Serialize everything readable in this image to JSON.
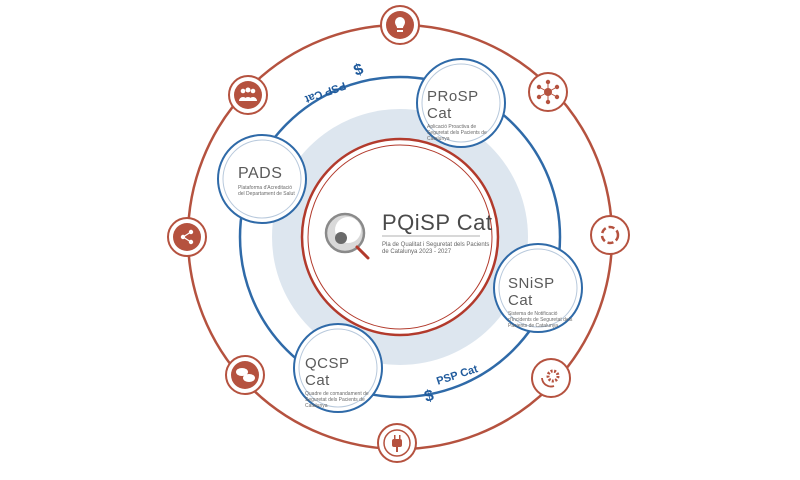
{
  "center": {
    "title": "PQiSP Cat",
    "subtitle": "Pla de Qualitat i Seguretat dels Pacients de Catalunya 2023 - 2027"
  },
  "ring_labels": {
    "top": "PSP Cat",
    "bottom": "PSP Cat"
  },
  "programs": [
    {
      "key": "prosp",
      "name": "PRoSP Cat",
      "desc": "Aplicació Proactiva de Seguretat dels Pacients de Catalunya"
    },
    {
      "key": "pads",
      "name": "PADS",
      "desc": "Plataforma d'Acreditació del Departament de Salut"
    },
    {
      "key": "snisp",
      "name": "SNiSP Cat",
      "desc": "Sistema de Notificació d'Incidents de Seguretat dels Pacients de Catalunya"
    },
    {
      "key": "qcsp",
      "name": "QCSP Cat",
      "desc": "Quadre de comandament de Seguretat dels Pacients de Catalunya"
    }
  ],
  "orbit_icons": [
    {
      "name": "lightbulb-icon"
    },
    {
      "name": "network-icon"
    },
    {
      "name": "cycle-icon"
    },
    {
      "name": "settings-cycle-icon"
    },
    {
      "name": "plug-icon"
    },
    {
      "name": "chat-icon"
    },
    {
      "name": "share-icon"
    },
    {
      "name": "people-icon"
    }
  ],
  "colors": {
    "outer_ring": "#b5523f",
    "blue_ring": "#2f6aa8",
    "light_fill": "#dde6ef",
    "red_accent": "#b23a2c",
    "text": "#4a4a4a"
  }
}
